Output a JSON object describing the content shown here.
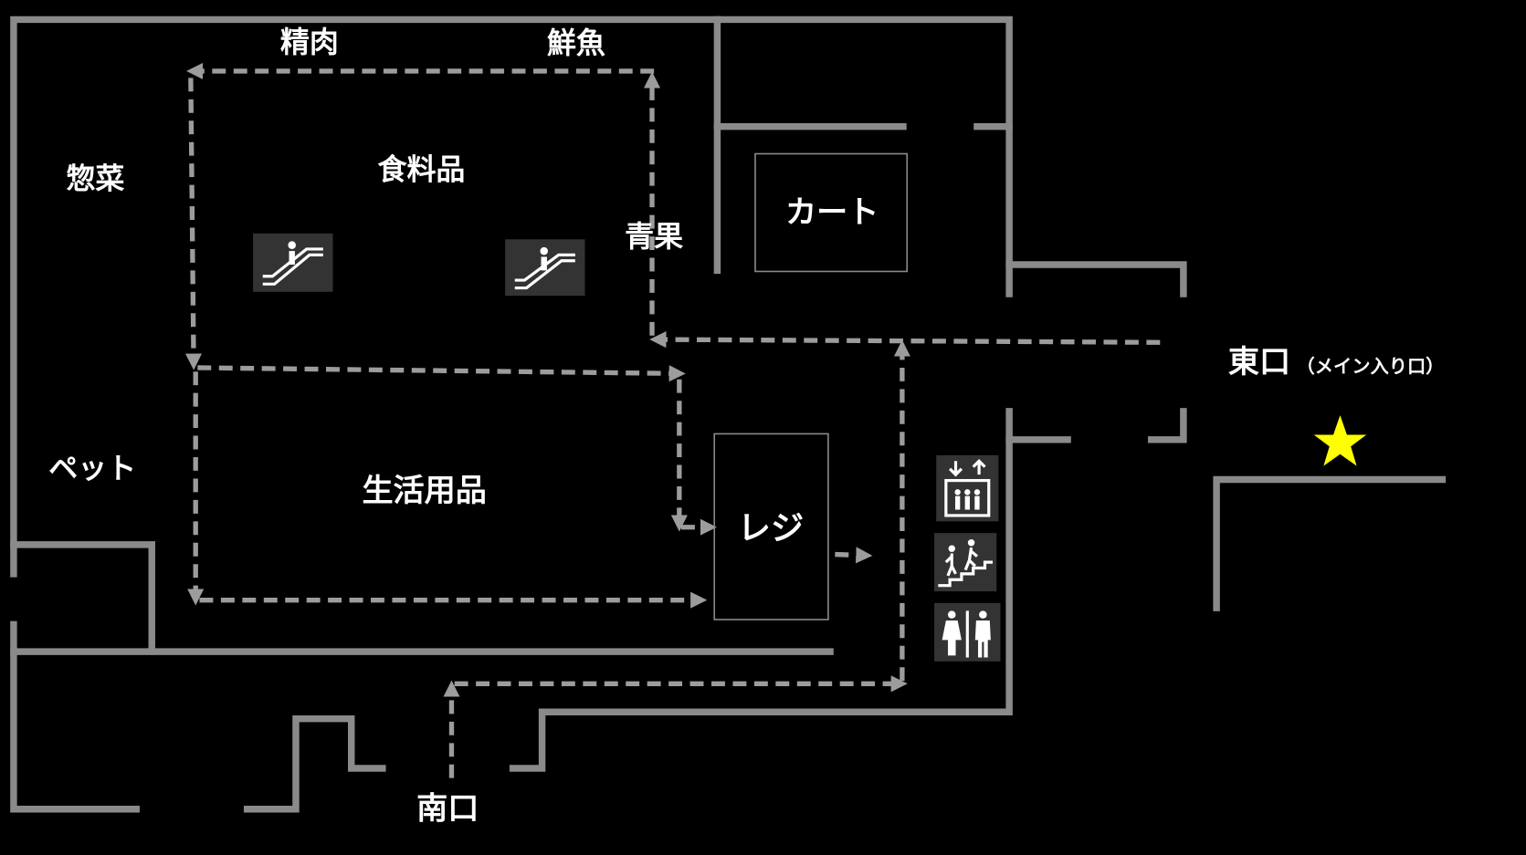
{
  "title": "店内案内図",
  "labels": {
    "meat": "精肉",
    "fish": "鮮魚",
    "deli": "惣菜",
    "food": "食料品",
    "produce": "青果",
    "cart": "カート",
    "daily_goods": "生活用品",
    "pet": "ペット",
    "register": "レジ",
    "east_entrance": "東口",
    "east_entrance_note": "（メイン入り口）",
    "south_entrance": "南口"
  },
  "icons": [
    "escalator-icon",
    "escalator-icon",
    "elevator-icon",
    "stairs-icon",
    "restroom-icon",
    "star-icon"
  ],
  "colors": {
    "background": "#000000",
    "walls": "#8a8a8a",
    "route": "#9c9c9c",
    "star": "#ffff00",
    "text": "#ffffff"
  }
}
